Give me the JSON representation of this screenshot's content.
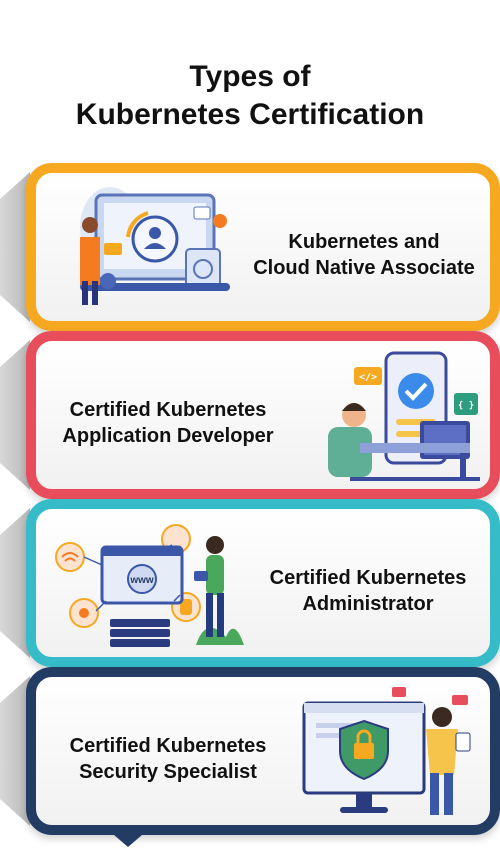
{
  "title": {
    "line1": "Types of",
    "line2": "Kubernetes Certification"
  },
  "cards": [
    {
      "line1": "Kubernetes and",
      "line2": "Cloud Native Associate",
      "color": "#f6a820"
    },
    {
      "line1": "Certified Kubernetes",
      "line2": "Application Developer",
      "color": "#e84d5b"
    },
    {
      "line1": "Certified Kubernetes",
      "line2": "Administrator",
      "color": "#36bcc9"
    },
    {
      "line1": "Certified Kubernetes",
      "line2": "Security Specialist",
      "color": "#233c63"
    }
  ],
  "illustrations": {
    "code_tag": "</>",
    "braces": "{ }",
    "www": "www"
  }
}
